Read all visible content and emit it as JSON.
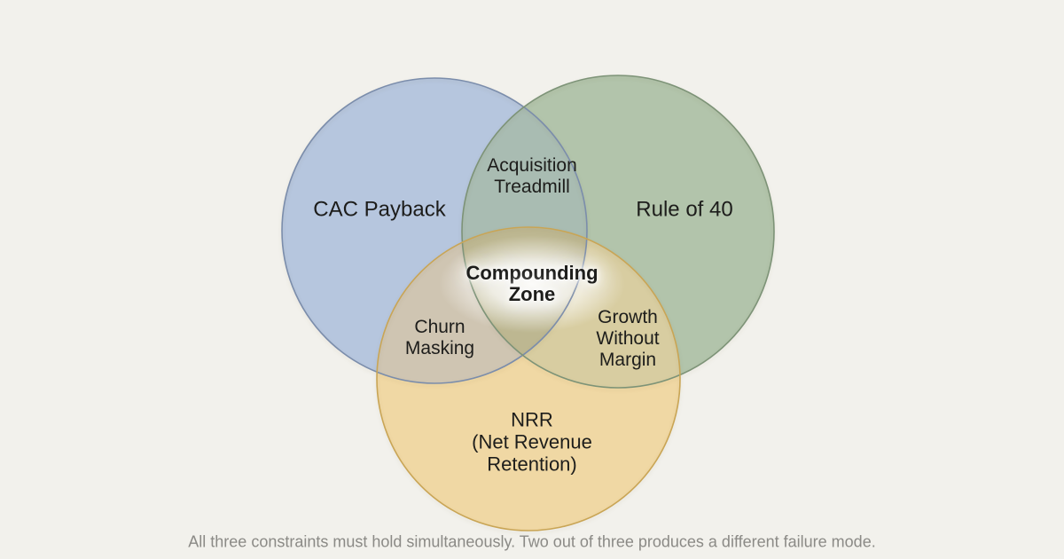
{
  "colors": {
    "background": "#f2f1ec",
    "label_text": "#1d1d1b",
    "caption_text": "#8b8a86",
    "circle_blue_fill": "#b6c6de",
    "circle_blue_stroke": "#7b8dab",
    "circle_green_fill": "#b2c4ab",
    "circle_green_stroke": "#7d9377",
    "circle_orange_fill": "#f0d8a4",
    "circle_orange_stroke": "#c9a555",
    "overlap_blue_green": "#a9bcb2",
    "overlap_blue_orange": "#cfc5b2",
    "overlap_green_orange": "#d8cda1",
    "overlap_center": "#bdb791"
  },
  "diagram": {
    "type": "venn",
    "circles": [
      {
        "id": "blue",
        "label": "CAC Payback"
      },
      {
        "id": "green",
        "label": "Rule of 40"
      },
      {
        "id": "orange",
        "label": "NRR (Net Revenue Retention)"
      }
    ]
  },
  "labels": {
    "cac_payback": "CAC Payback",
    "rule_of_40": "Rule of 40",
    "acquisition_treadmill": {
      "lines": [
        "Acquisition",
        "Treadmill"
      ]
    },
    "compounding_zone": {
      "lines": [
        "Compounding",
        "Zone"
      ]
    },
    "churn_masking": {
      "lines": [
        "Churn",
        "Masking"
      ]
    },
    "growth_without_margin": {
      "lines": [
        "Growth",
        "Without",
        "Margin"
      ]
    },
    "nrr": {
      "lines": [
        "NRR",
        "(Net Revenue",
        "Retention)"
      ]
    }
  },
  "caption": "All three constraints must hold simultaneously. Two out of three produces a different failure mode."
}
